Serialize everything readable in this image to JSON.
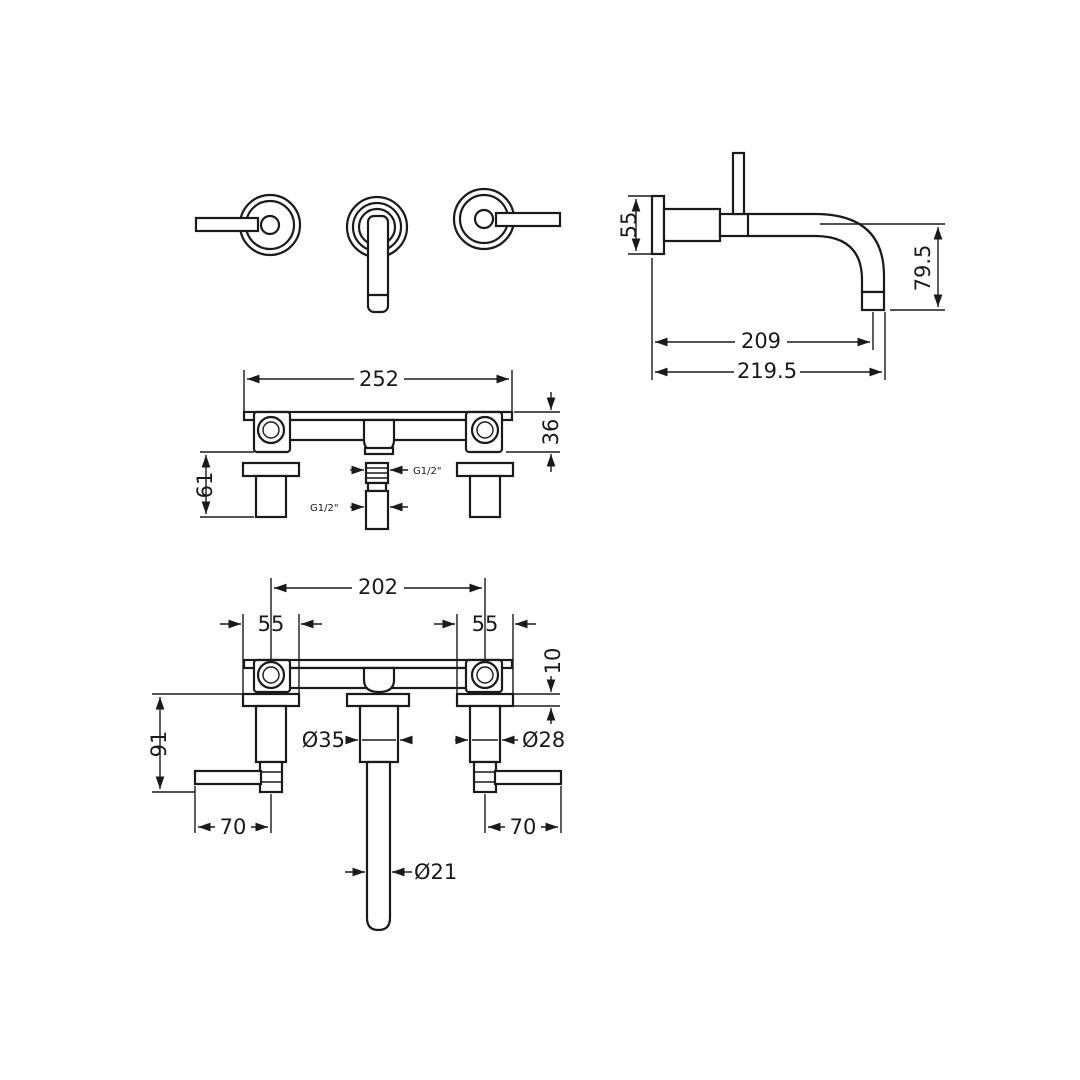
{
  "dimensions": {
    "side_height": "55",
    "side_drop": "79.5",
    "side_reach": "209",
    "side_overall": "219.5",
    "plan_width": "252",
    "plan_height": "36",
    "plan_body": "61",
    "thread_top": "G1/2\"",
    "thread_bottom": "G1/2\"",
    "front_centres": "202",
    "front_rose_left": "55",
    "front_rose_right": "55",
    "front_plate": "10",
    "front_height": "91",
    "spout_body_dia": "Ø35",
    "valve_body_dia": "Ø28",
    "lever_left": "70",
    "lever_right": "70",
    "spout_dia": "Ø21"
  }
}
